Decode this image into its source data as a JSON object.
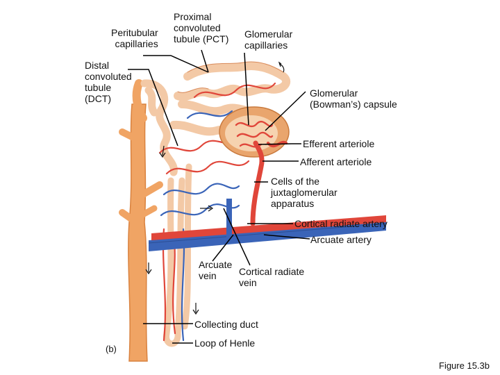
{
  "figure": {
    "panel_label": "(b)",
    "figure_caption": "Figure 15.3b",
    "labels": {
      "pct": "Proximal\nconvoluted\ntubule (PCT)",
      "peritubular": "Peritubular\ncapillaries",
      "glomerular_cap": "Glomerular\ncapillaries",
      "dct": "Distal\nconvoluted\ntubule\n(DCT)",
      "bowman": "Glomerular\n(Bowman’s) capsule",
      "efferent": "Efferent arteriole",
      "afferent": "Afferent arteriole",
      "jga": "Cells of the\njuxtaglomerular\napparatus",
      "cortical_artery": "Cortical radiate artery",
      "arcuate_artery": "Arcuate artery",
      "arcuate_vein": "Arcuate\nvein",
      "cortical_vein": "Cortical radiate\nvein",
      "collecting_duct": "Collecting duct",
      "loop": "Loop of Henle"
    },
    "colors": {
      "tubule": "#f3c9a6",
      "tubule_outline": "#d98a5a",
      "collecting_duct": "#f0a464",
      "artery": "#e0463a",
      "vein": "#3a64b8",
      "capsule": "#e9a56d",
      "leader": "#000000"
    }
  }
}
